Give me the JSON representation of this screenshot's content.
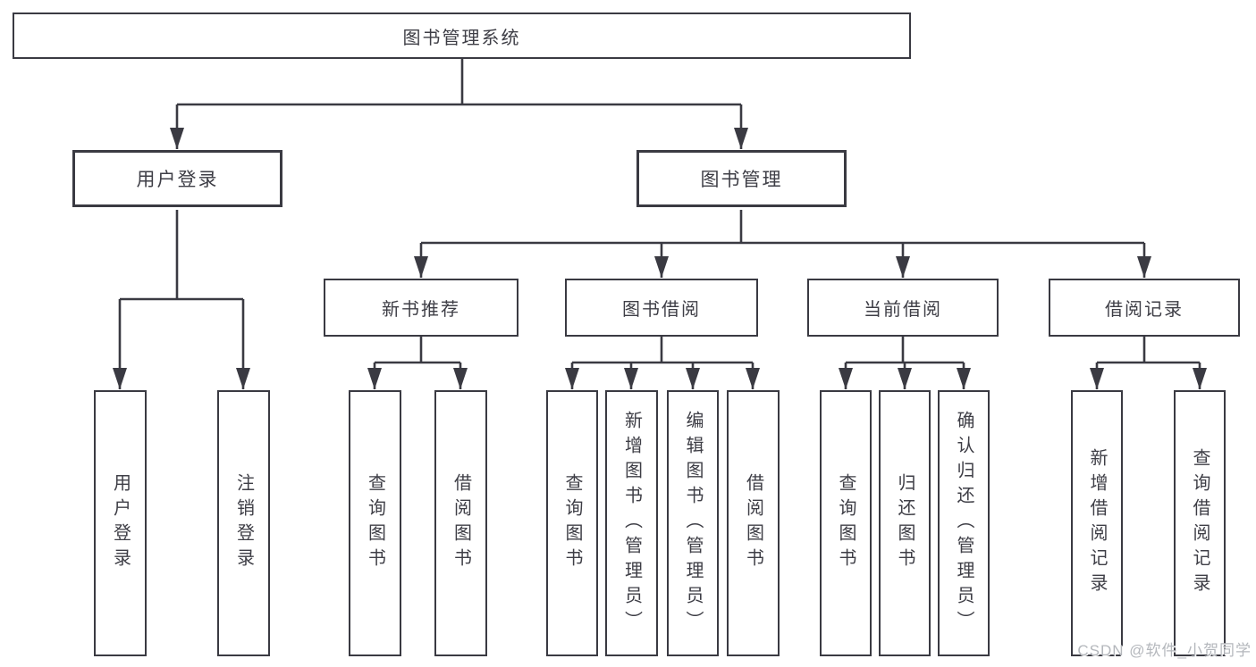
{
  "nodes": {
    "root": "图书管理系统",
    "level2": {
      "user_login": "用户登录",
      "book_management": "图书管理"
    },
    "level3": {
      "new_book_recommend": "新书推荐",
      "book_borrow": "图书借阅",
      "current_borrow": "当前借阅",
      "borrow_records": "借阅记录"
    },
    "leaves": {
      "user_login": "用户登录",
      "logout": "注销登录",
      "query_books_recommend": "查询图书",
      "borrow_books_recommend": "借阅图书",
      "query_books_borrow": "查询图书",
      "add_books_admin": "新增图书（管理员）",
      "edit_books_admin": "编辑图书（管理员）",
      "borrow_books_borrow": "借阅图书",
      "query_books_current": "查询图书",
      "return_books": "归还图书",
      "confirm_return_admin": "确认归还（管理员）",
      "add_borrow_record": "新增借阅记录",
      "query_borrow_record": "查询借阅记录"
    }
  },
  "watermark": "CSDN @软件_小贺同学",
  "colors": {
    "line": "#3a3a42",
    "text": "#3e3e46",
    "watermark": "#b4b7bc",
    "background": "#ffffff"
  }
}
